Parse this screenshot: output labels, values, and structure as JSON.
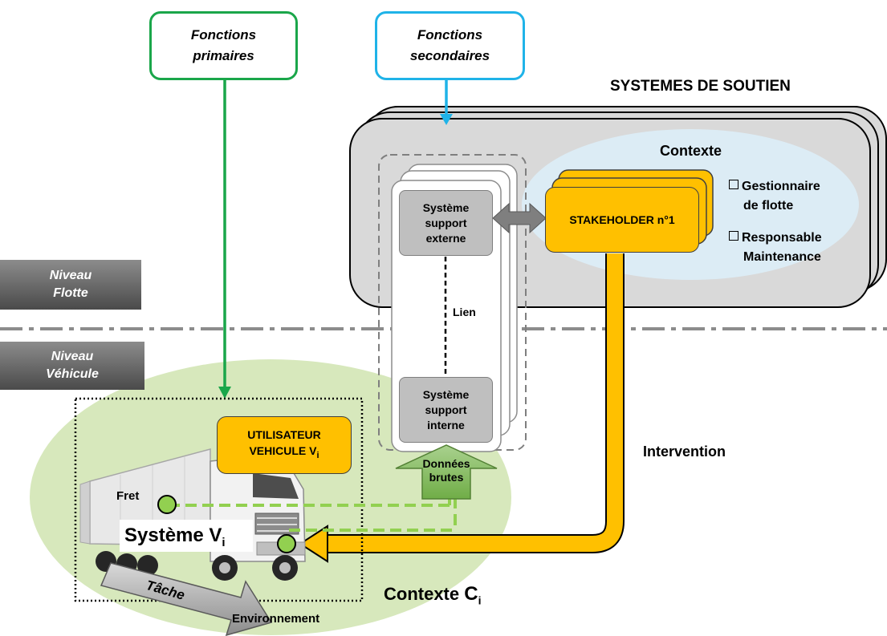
{
  "functions": {
    "primary": [
      "Fonctions",
      "primaires"
    ],
    "secondary": [
      "Fonctions",
      "secondaires"
    ]
  },
  "support": {
    "title": "SYSTEMES DE SOUTIEN",
    "context_label": "Contexte",
    "stakeholder": "STAKEHOLDER n°1",
    "roles": [
      "Gestionnaire",
      "de flotte",
      "Responsable",
      "Maintenance"
    ]
  },
  "levels": {
    "fleet": [
      "Niveau",
      "Flotte"
    ],
    "vehicle": [
      "Niveau",
      "Véhicule"
    ]
  },
  "support_systems": {
    "external": [
      "Système",
      "support",
      "externe"
    ],
    "internal": [
      "Système",
      "support",
      "interne"
    ],
    "link": "Lien"
  },
  "data_arrow": [
    "Données",
    "brutes"
  ],
  "intervention": "Intervention",
  "user": [
    "UTILISATEUR",
    "VEHICULE V",
    "i"
  ],
  "vehicle": {
    "fret": "Fret",
    "system": "Système V",
    "system_sub": "i",
    "task": "Tâche",
    "environment": "Environnement"
  },
  "context_ci": {
    "label": "Contexte",
    "symbol": "C",
    "sub": "i"
  },
  "colors": {
    "primary": "#1aa64a",
    "secondary": "#1fb3e8",
    "orange": "#ffc000",
    "green_light": "#d7e8bc",
    "blue_light": "#dcecf5",
    "gray_box": "#bfbfbf",
    "dark_gray": "#595959"
  }
}
